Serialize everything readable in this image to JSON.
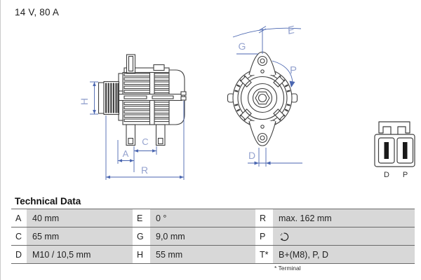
{
  "header": {
    "rating": "14 V, 80 A"
  },
  "colors": {
    "drawing_line": "#3f3f3f",
    "dimension_line": "#4a66b0",
    "dimension_label": "#95a3cf",
    "table_value_bg": "#d8d8d8",
    "table_border": "#6a6a6a"
  },
  "icons": {
    "rotation_direction": "circular-arrow-rotation",
    "connector": "two-pin-plug"
  },
  "diagram": {
    "side_view": {
      "h": "H",
      "a": "A",
      "c": "C",
      "r": "R"
    },
    "front_view": {
      "e": "E",
      "g": "G",
      "p": "P",
      "d": "D"
    },
    "connector": {
      "pin1": "D",
      "pin2": "P"
    }
  },
  "table": {
    "title": "Technical Data",
    "rows": [
      {
        "c1k": "A",
        "c1v": "40 mm",
        "c2k": "E",
        "c2v": "0 °",
        "c3k": "R",
        "c3v": "max. 162 mm"
      },
      {
        "c1k": "C",
        "c1v": "65 mm",
        "c2k": "G",
        "c2v": "9,0 mm",
        "c3k": "P",
        "c3v": ""
      },
      {
        "c1k": "D",
        "c1v": "M10 / 10,5 mm",
        "c2k": "H",
        "c2v": "55 mm",
        "c3k": "T*",
        "c3v": "B+(M8), P, D"
      }
    ],
    "footnote": "* Terminal"
  }
}
